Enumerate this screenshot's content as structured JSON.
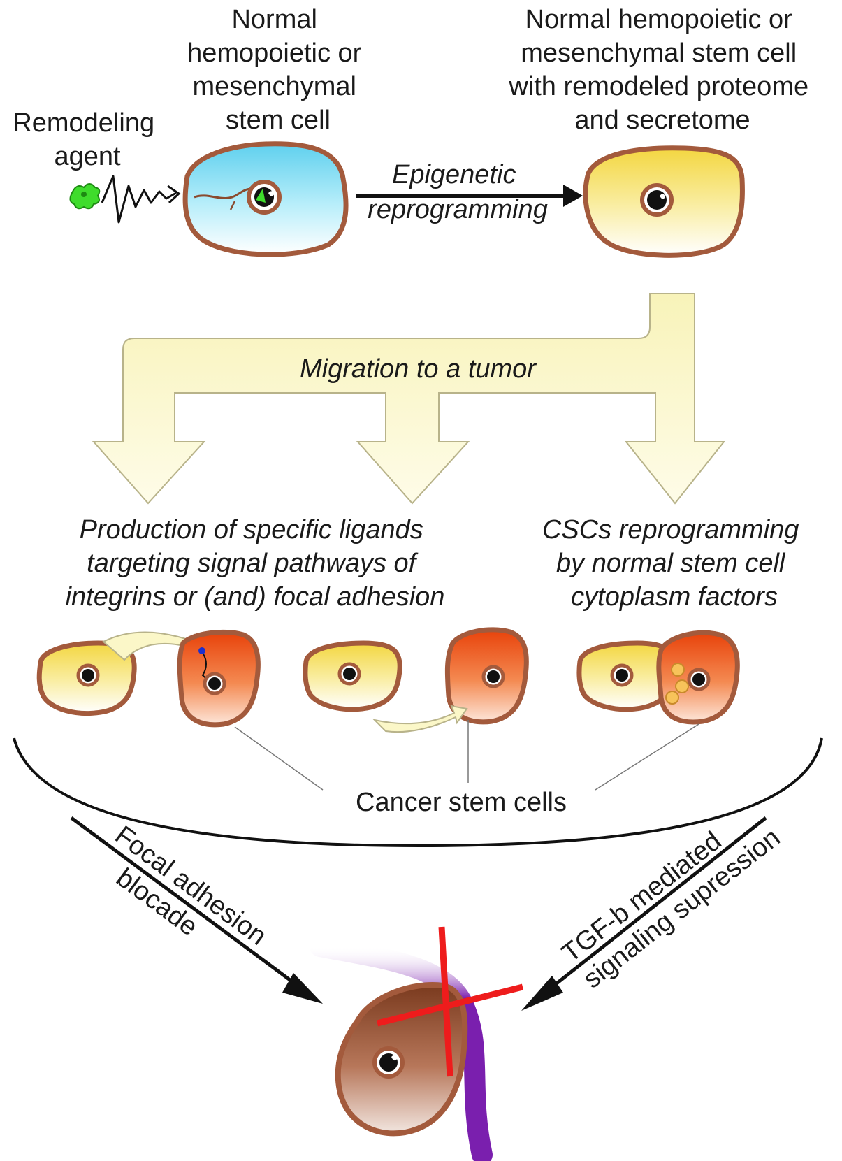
{
  "labels": {
    "normal_cell": [
      "Normal",
      "hemopoietic or",
      "mesenchymal",
      "stem cell"
    ],
    "remodeled_cell": [
      "Normal hemopoietic or",
      "mesenchymal stem cell",
      "with remodeled proteome",
      "and secretome"
    ],
    "remodeling_agent": [
      "Remodeling",
      "agent"
    ],
    "epigenetic": [
      "Epigenetic",
      "reprogramming"
    ],
    "migration": "Migration to a tumor",
    "ligands": [
      "Production of specific ligands",
      "targeting signal pathways of",
      "integrins or (and) focal adhesion"
    ],
    "cscs": [
      "CSCs reprogramming",
      "by normal stem cell",
      "cytoplasm factors"
    ],
    "cancer_stem_cells": "Cancer stem cells",
    "focal_adhesion": [
      "Focal adhesion",
      "blocade"
    ],
    "tgfb": [
      "TGF-b mediated",
      "signaling supression"
    ]
  },
  "colors": {
    "membrane": "#a35a3c",
    "normal_cytoplasm": "#9fe6f7",
    "remodeled_cytoplasm": "#f5e27a",
    "cancer_cytoplasm": "#e8551c",
    "dying_cytoplasm": "#8a4a2e",
    "migration_arrow": "#fbf7c8",
    "block_cross": "#ee1c1c",
    "vessel": "#7a1fae",
    "agent": "#3fdc2c"
  }
}
